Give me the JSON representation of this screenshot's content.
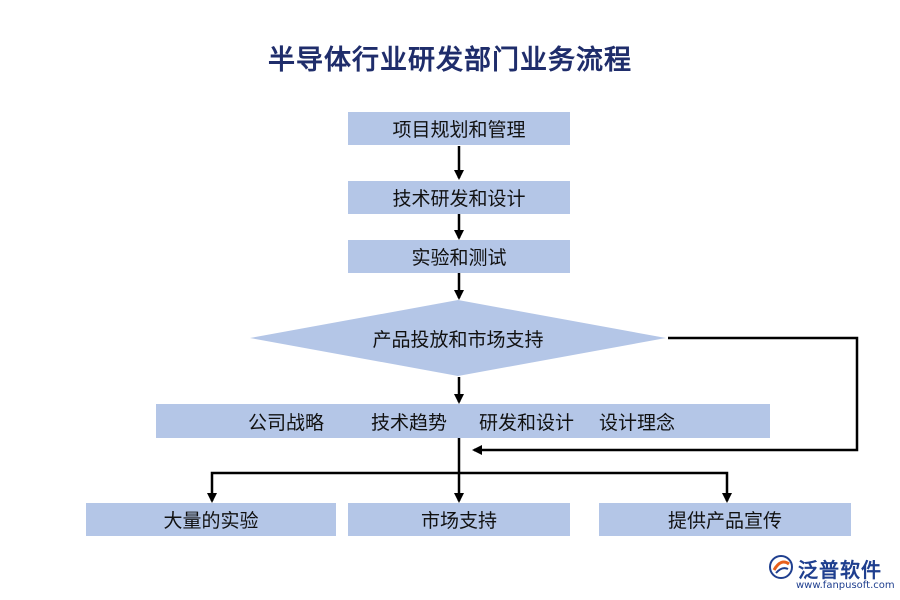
{
  "title": "半导体行业研发部门业务流程",
  "steps": {
    "s1": "项目规划和管理",
    "s2": "技术研发和设计",
    "s3": "实验和测试",
    "decision": "产品投放和市场支持"
  },
  "factors": [
    "公司战略",
    "技术趋势",
    "研发和设计",
    "设计理念"
  ],
  "outcomes": [
    "大量的实验",
    "市场支持",
    "提供产品宣传"
  ],
  "logo": {
    "name": "泛普软件",
    "url": "www.fanpusoft.com"
  },
  "colors": {
    "box_fill": "#b4c6e7",
    "title": "#1f2d6b",
    "logo": "#1f3f8f",
    "logo_accent": "#e8601c"
  }
}
